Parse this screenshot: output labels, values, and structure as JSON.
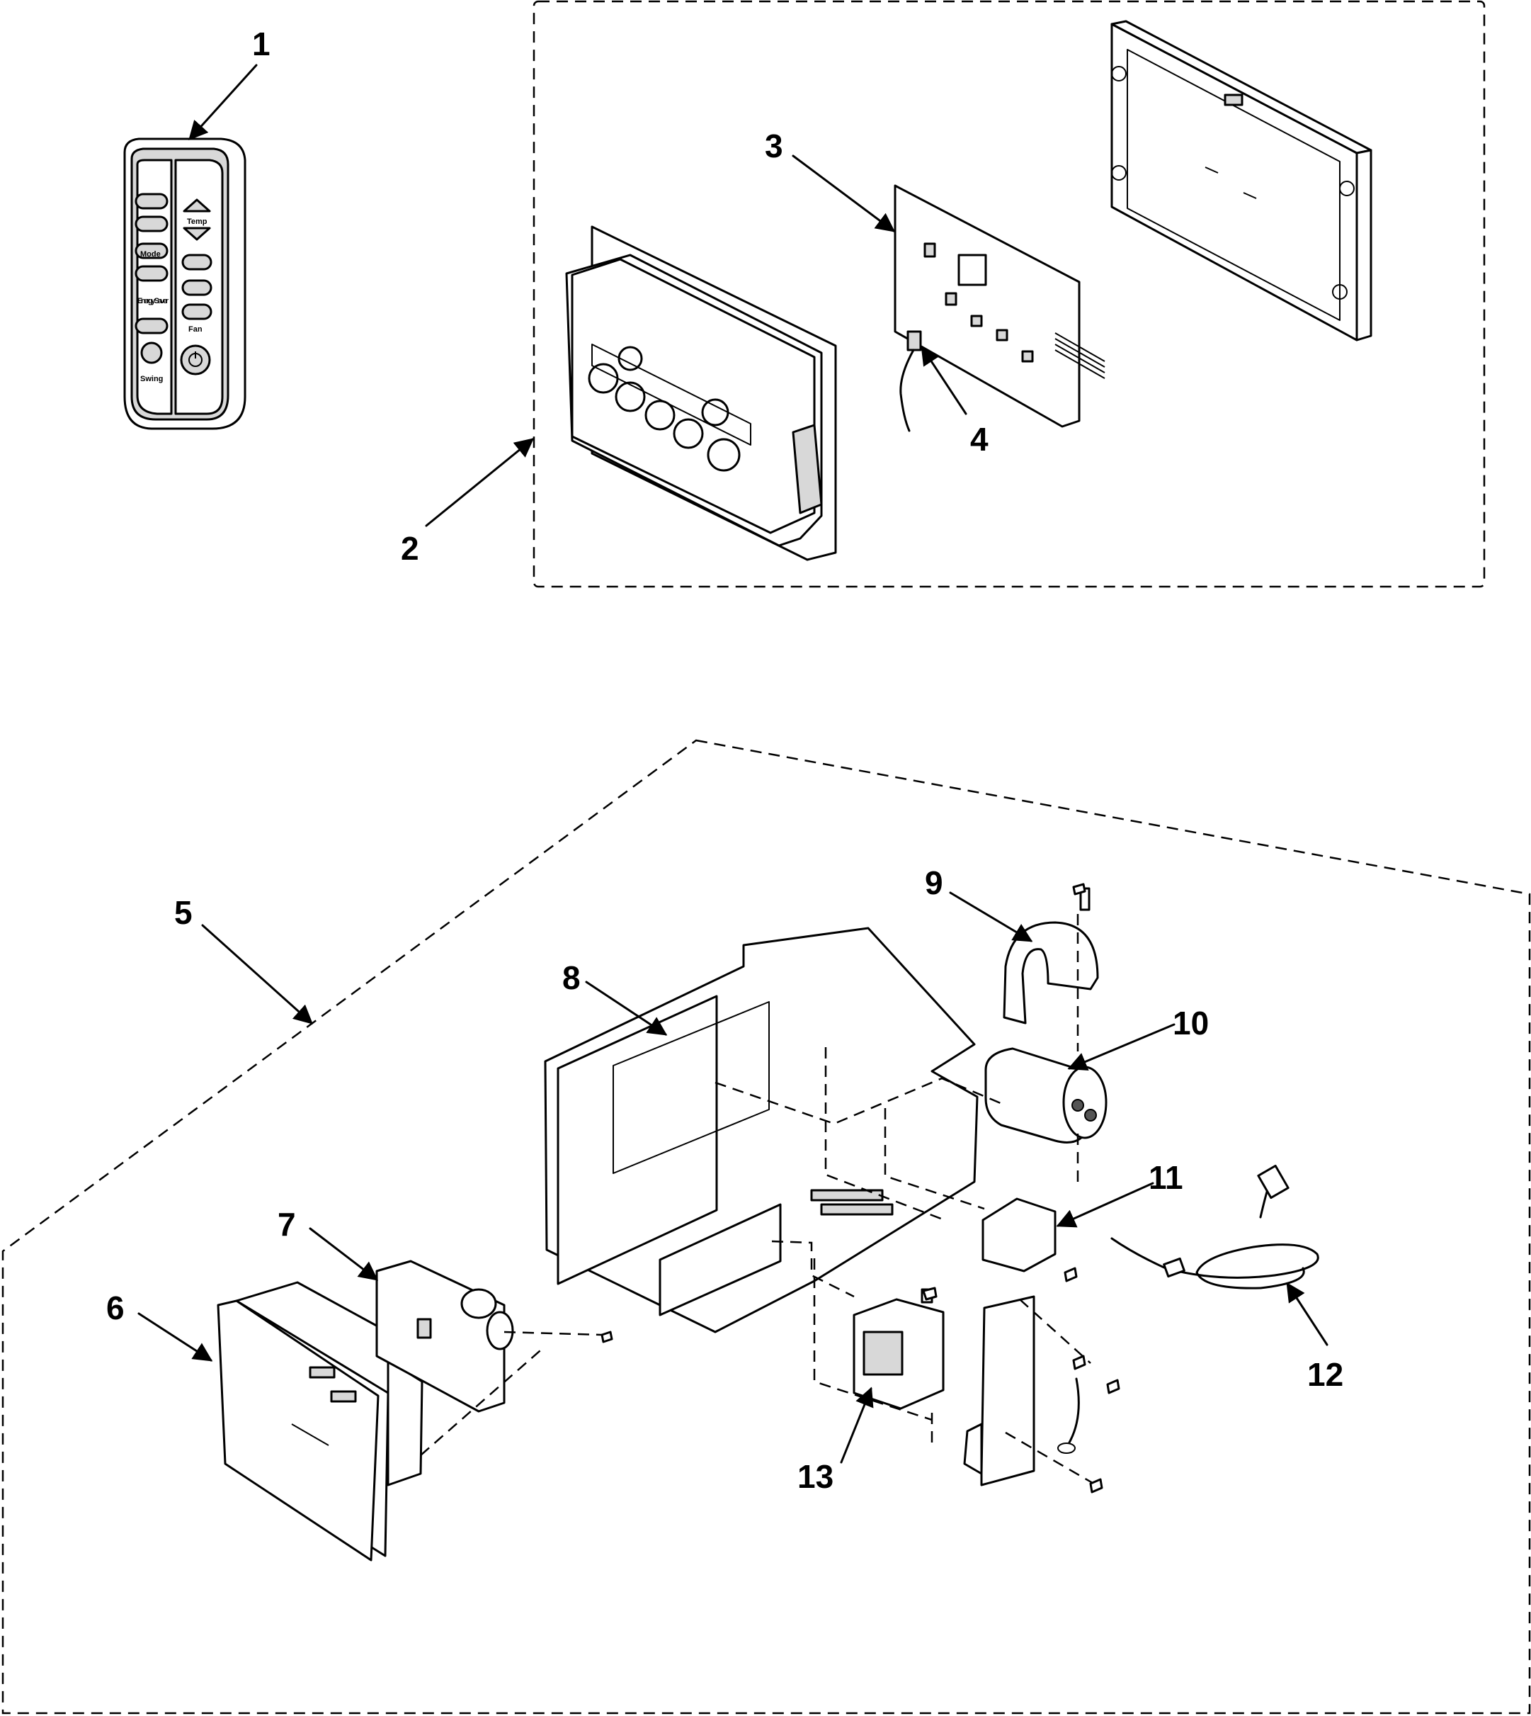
{
  "callouts": [
    {
      "id": "1"
    },
    {
      "id": "2"
    },
    {
      "id": "3"
    },
    {
      "id": "4"
    },
    {
      "id": "5"
    },
    {
      "id": "6"
    },
    {
      "id": "7"
    },
    {
      "id": "8"
    },
    {
      "id": "9"
    },
    {
      "id": "10"
    },
    {
      "id": "11"
    },
    {
      "id": "12"
    },
    {
      "id": "13"
    }
  ],
  "remote": {
    "temp_label": "Temp",
    "fan_label": "Fan",
    "energy_saver_label": "Energy Saver",
    "swing_label": "Swing",
    "mode_label": "Mode"
  }
}
